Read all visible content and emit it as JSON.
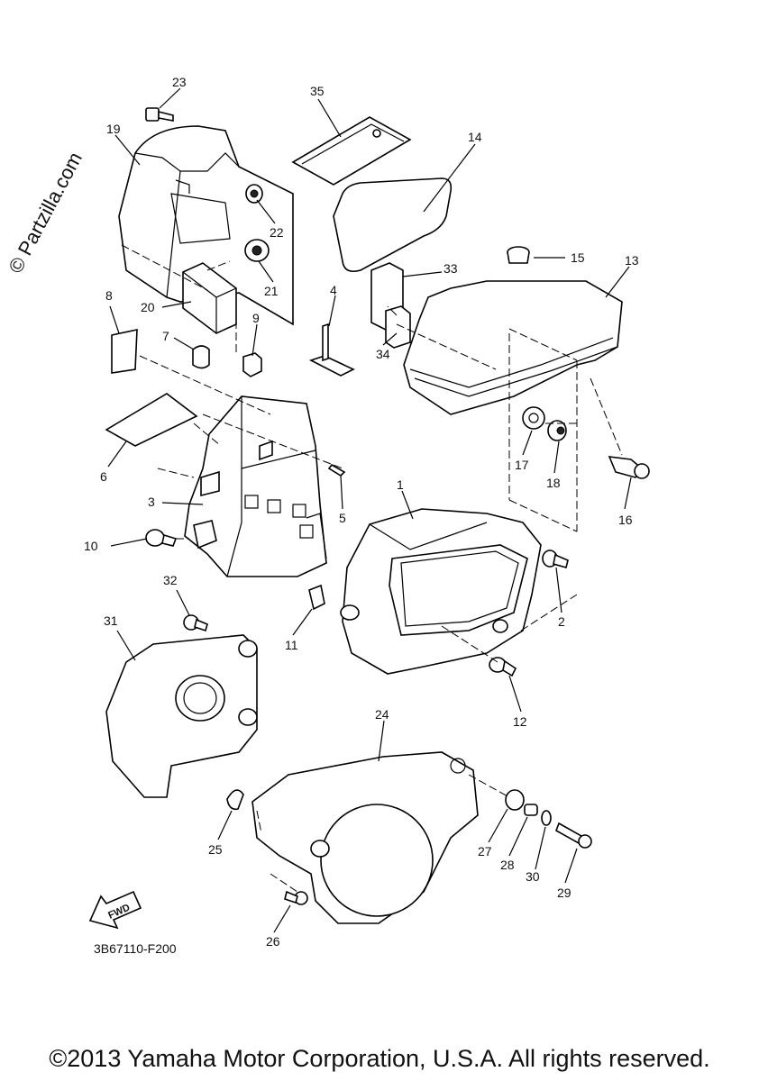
{
  "watermark": "© Partzilla.com",
  "drawing_code": "3B67110-F200",
  "fwd_label": "FWD",
  "copyright": "©2013 Yamaha Motor Corporation, U.S.A. All rights reserved.",
  "callouts": [
    "1",
    "2",
    "3",
    "4",
    "5",
    "6",
    "7",
    "8",
    "9",
    "10",
    "11",
    "12",
    "13",
    "14",
    "15",
    "16",
    "17",
    "18",
    "19",
    "20",
    "21",
    "22",
    "23",
    "24",
    "25",
    "26",
    "27",
    "28",
    "29",
    "30",
    "31",
    "32",
    "33",
    "34",
    "35"
  ]
}
